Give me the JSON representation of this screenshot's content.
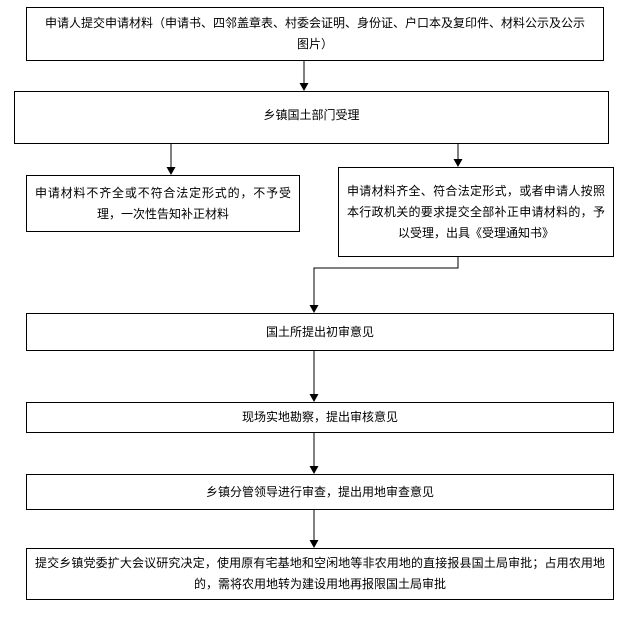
{
  "steps": {
    "submit": "申请人提交申请材料（申请书、四邻盖章表、村委会证明、身份证、户口本及复印件、材料公示及公示图片）",
    "accept_dept": "乡镇国土部门受理",
    "reject": "申请材料不齐全或不符合法定形式的，不予受理，一次性告知补正材料",
    "accept": "申请材料齐全、符合法定形式，或者申请人按照本行政机关的要求提交全部补正申请材料的，予以受理，出具《受理通知书》",
    "initial_review": "国土所提出初审意见",
    "site_survey": "现场实地勘察，提出审核意见",
    "township_review": "乡镇分管领导进行审查，提出用地审查意见",
    "final": "提交乡镇党委扩大会议研究决定，使用原有宅基地和空闲地等非农用地的直接报县国土局审批；占用农用地的，需将农用地转为建设用地再报限国土局审批"
  }
}
